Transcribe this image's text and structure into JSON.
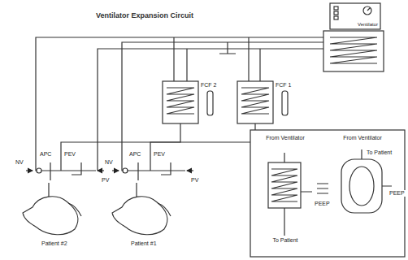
{
  "diagram": {
    "title": "Ventilator Expansion Circuit",
    "nodes": [
      {
        "text": [
          "Ventilator"
        ]
      }
    ],
    "labels": [
      "FCF 2",
      "FCF 1",
      "NV",
      "APC",
      "PEV",
      "PV",
      "Patient #2",
      "NV",
      "APC",
      "PEV",
      "PV",
      "Patient #1",
      "From Ventilator",
      "To Patient",
      "PEEP",
      "From Ventilator",
      "To Patient",
      "PEEP"
    ]
  }
}
